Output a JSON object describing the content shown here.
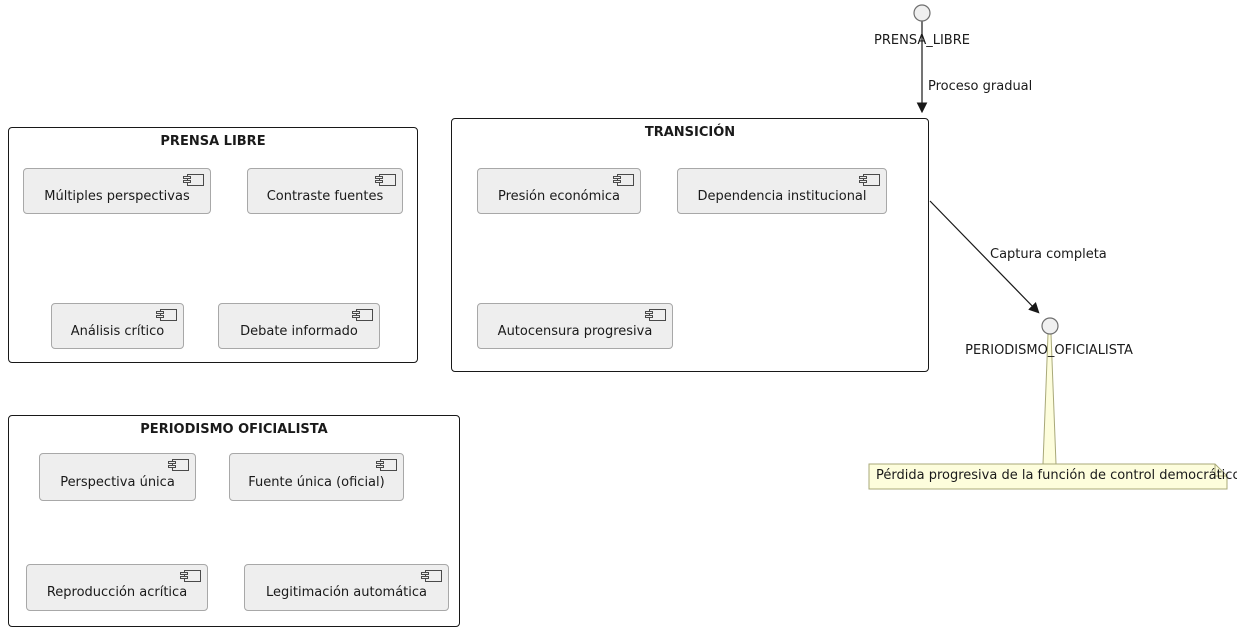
{
  "interfaces": [
    {
      "label": "PRENSA_LIBRE"
    },
    {
      "label": "PERIODISMO_OFICIALISTA"
    }
  ],
  "edges": [
    {
      "label": "Proceso gradual"
    },
    {
      "label": "Captura completa"
    }
  ],
  "packages": [
    {
      "title": "PRENSA LIBRE",
      "components": [
        "Múltiples perspectivas",
        "Contraste fuentes",
        "Análisis crítico",
        "Debate informado"
      ]
    },
    {
      "title": "TRANSICIÓN",
      "components": [
        "Presión económica",
        "Dependencia institucional",
        "Autocensura progresiva"
      ]
    },
    {
      "title": "PERIODISMO OFICIALISTA",
      "components": [
        "Perspectiva única",
        "Fuente única (oficial)",
        "Reproducción acrítica",
        "Legitimación automática"
      ]
    }
  ],
  "note": {
    "text": "Pérdida progresiva de la función de control democrático"
  },
  "colors": {
    "background": "#FFFFFF",
    "package_border": "#181818",
    "component_fill": "#EEEEEE",
    "component_border": "#A8A8A8",
    "interface_fill": "#F0F0F0",
    "interface_border": "#6E6E6E",
    "arrow": "#181818",
    "note_fill": "#FDFDDC",
    "note_border": "#A9A979",
    "text": "#1A1A1A"
  }
}
